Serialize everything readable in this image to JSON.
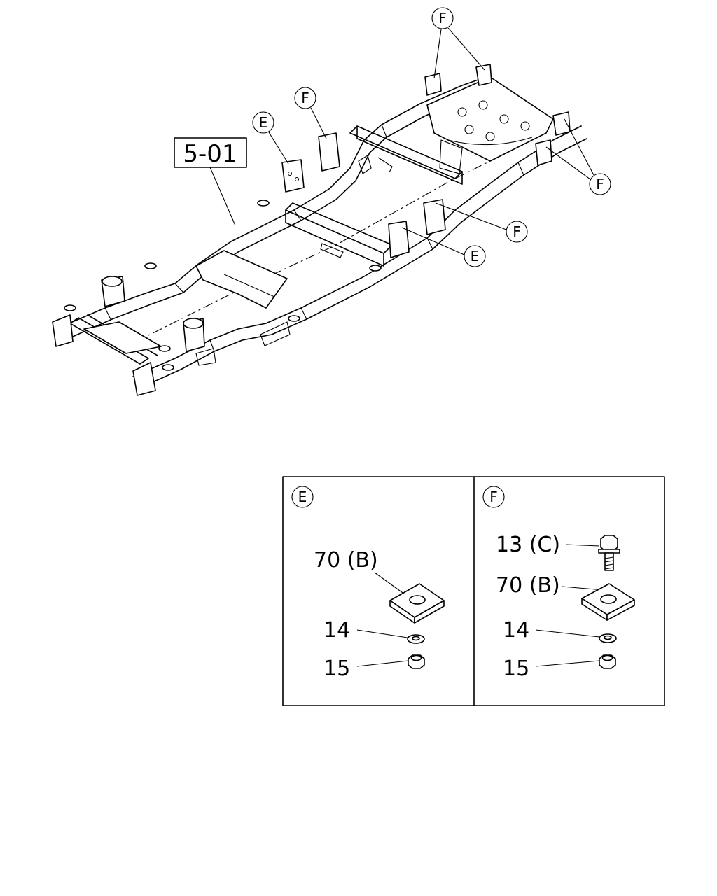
{
  "main_label": "5-01",
  "callouts": {
    "f_top": "F",
    "f_mid": "F",
    "e_top": "E",
    "f_right": "F",
    "f_lower": "F",
    "e_lower": "E"
  },
  "detail_e": {
    "header": "E",
    "plate_label": "70 (B)",
    "washer_label": "14",
    "nut_label": "15"
  },
  "detail_f": {
    "header": "F",
    "bolt_label": "13 (C)",
    "plate_label": "70 (B)",
    "washer_label": "14",
    "nut_label": "15"
  }
}
